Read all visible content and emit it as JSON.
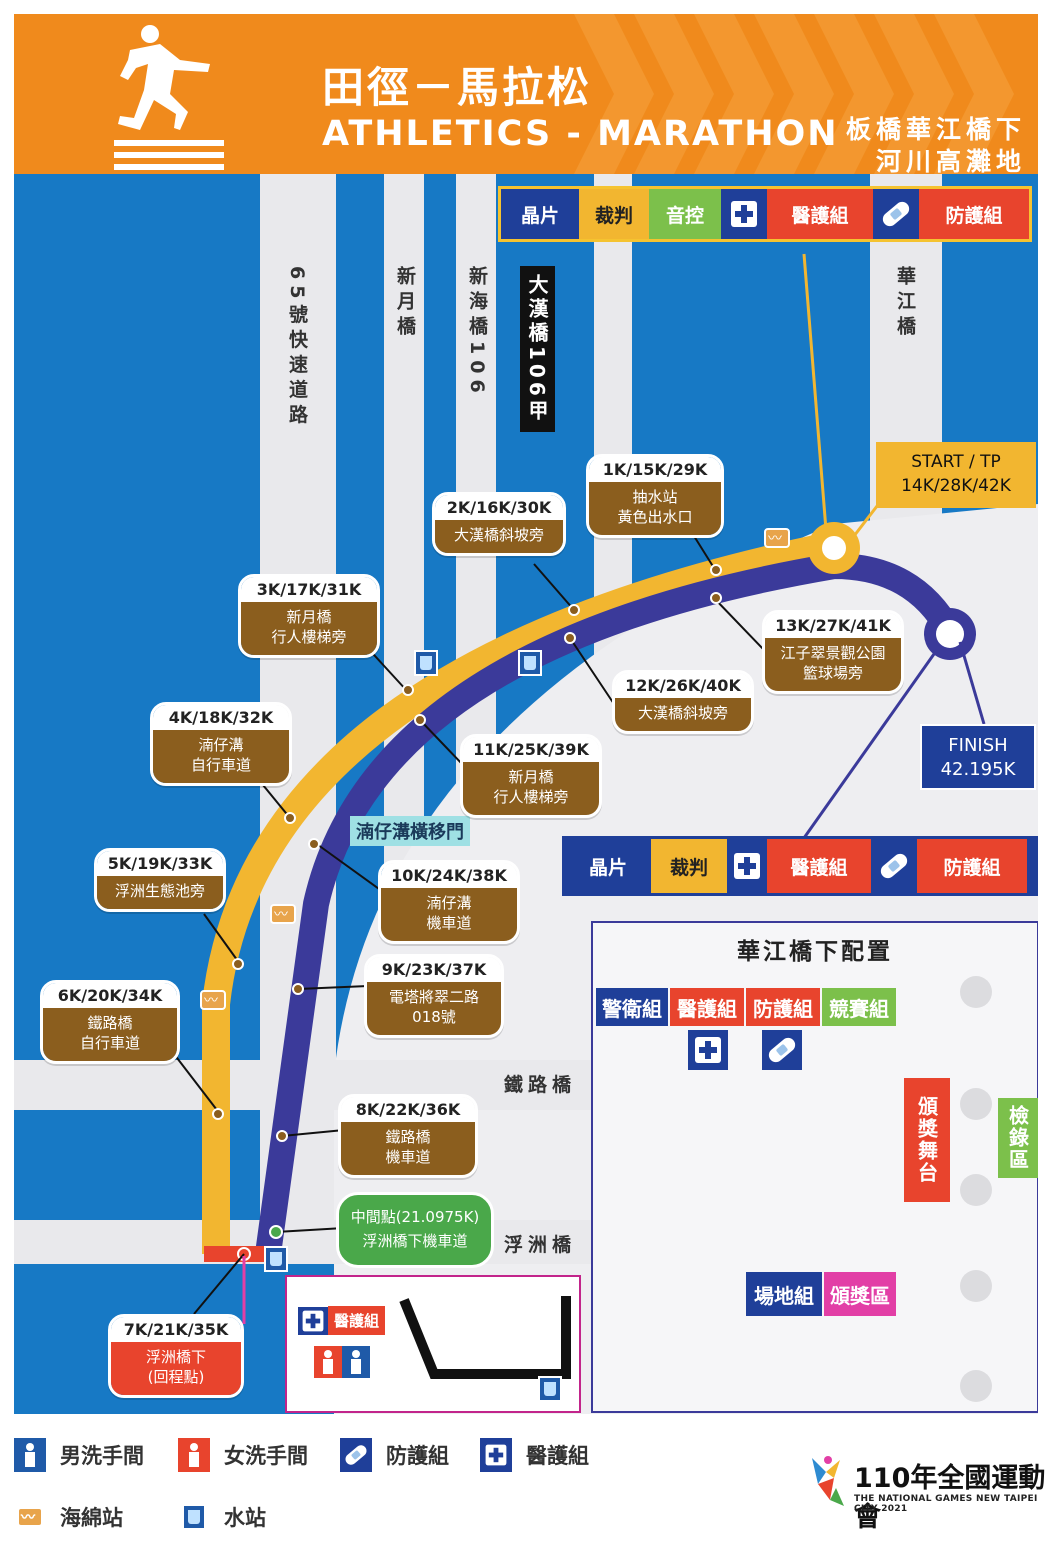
{
  "header": {
    "title_zh": "田徑－馬拉松",
    "title_en": "ATHLETICS - MARATHON",
    "location_line1": "板橋華江橋下",
    "location_line2": "河川高灘地"
  },
  "roads": {
    "expressway_65": "65號快速道路",
    "xinyue_bridge": "新月橋",
    "xinhai_bridge": "新海橋106",
    "dahan_bridge": "大漢橋106甲",
    "huajiang_bridge": "華江橋",
    "railway_bridge": "鐵路橋",
    "fuzhou_bridge": "浮洲橋",
    "dizai_gate": "湳仔溝橫移門"
  },
  "start": {
    "line1": "START / TP",
    "line2": "14K/28K/42K"
  },
  "finish": {
    "line1": "FINISH",
    "line2": "42.195K"
  },
  "callouts": [
    {
      "km": "1K/15K/29K",
      "label": "抽水站\n黃色出水口"
    },
    {
      "km": "2K/16K/30K",
      "label": "大漢橋斜坡旁"
    },
    {
      "km": "3K/17K/31K",
      "label": "新月橋\n行人樓梯旁"
    },
    {
      "km": "4K/18K/32K",
      "label": "湳仔溝\n自行車道"
    },
    {
      "km": "5K/19K/33K",
      "label": "浮洲生態池旁"
    },
    {
      "km": "6K/20K/34K",
      "label": "鐵路橋\n自行車道"
    },
    {
      "km": "7K/21K/35K",
      "label": "浮洲橋下\n(回程點)"
    },
    {
      "km": "8K/22K/36K",
      "label": "鐵路橋\n機車道"
    },
    {
      "km": "9K/23K/37K",
      "label": "電塔將翠二路\n018號"
    },
    {
      "km": "10K/24K/38K",
      "label": "湳仔溝\n機車道"
    },
    {
      "km": "11K/25K/39K",
      "label": "新月橋\n行人樓梯旁"
    },
    {
      "km": "12K/26K/40K",
      "label": "大漢橋斜坡旁"
    },
    {
      "km": "13K/27K/41K",
      "label": "江子翠景觀公園\n籃球場旁"
    }
  ],
  "midpoint": {
    "line1": "中間點(21.0975K)",
    "line2": "浮洲橋下機車道"
  },
  "top_bar": {
    "chip": "晶片",
    "judge": "裁判",
    "audio": "音控",
    "medical": "醫護組",
    "protection": "防護組"
  },
  "mid_bar": {
    "chip": "晶片",
    "judge": "裁判",
    "medical": "醫護組",
    "protection": "防護組"
  },
  "venue": {
    "title": "華江橋下配置",
    "guard": "警衛組",
    "medical": "醫護組",
    "protection": "防護組",
    "competition": "競賽組",
    "stage": "頒獎舞台",
    "record": "檢錄區",
    "site": "場地組",
    "award": "頒獎區"
  },
  "mini_panel": {
    "medical": "醫護組"
  },
  "legend": {
    "male_wc": "男洗手間",
    "female_wc": "女洗手間",
    "protection": "防護組",
    "medical": "醫護組",
    "sponge": "海綿站",
    "water": "水站"
  },
  "logo": {
    "title": "110年全國運動會",
    "subtitle": "THE NATIONAL GAMES NEW TAIPEI CITY 2021"
  },
  "colors": {
    "river": "#1779c5",
    "header": "#f08a1c",
    "outbound": "#f2b630",
    "return": "#3b3a9a",
    "callout": "#8b5e1e",
    "medical_red": "#e8442d",
    "navy": "#1f3f99",
    "judge_yellow": "#f2b630",
    "audio_green": "#7cc04b",
    "award_pink": "#e23fa6"
  }
}
